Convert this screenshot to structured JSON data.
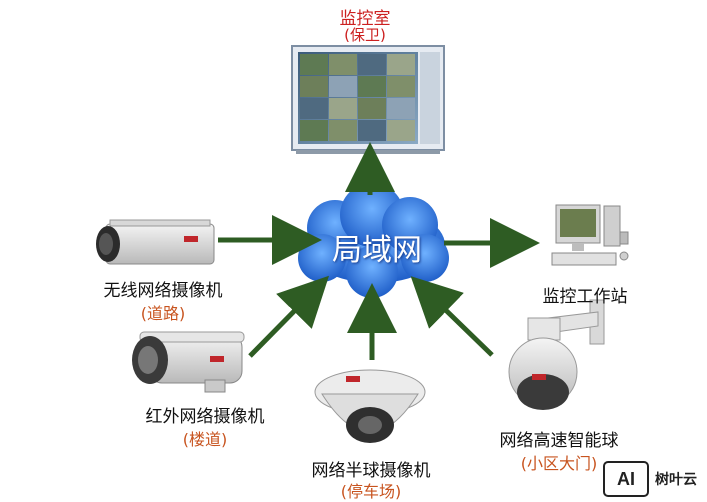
{
  "monitor_room": {
    "title": "监控室",
    "subtitle": "(保卫)"
  },
  "network": {
    "label": "局域网"
  },
  "nodes": {
    "wireless_camera": {
      "title": "无线网络摄像机",
      "subtitle": "(道路)"
    },
    "ir_camera": {
      "title": "红外网络摄像机",
      "subtitle": "(楼道)"
    },
    "dome_camera": {
      "title": "网络半球摄像机",
      "subtitle": "(停车场)"
    },
    "speed_dome": {
      "title": "网络高速智能球",
      "subtitle": "(小区大门)"
    },
    "workstation": {
      "title": "监控工作站"
    }
  },
  "watermark": {
    "logo": "AI",
    "text": "树叶云"
  },
  "colors": {
    "arrow": "#2e5c23",
    "cloud": "#2d6fd6",
    "accent": "#cc2020",
    "sub": "#c8541f"
  }
}
